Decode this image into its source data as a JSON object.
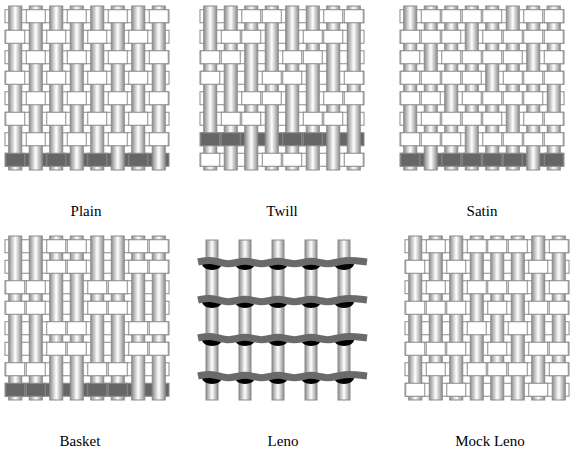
{
  "diagram": {
    "labels": [
      "Plain",
      "Twill",
      "Satin",
      "Basket",
      "Leno",
      "Mock Leno"
    ]
  }
}
